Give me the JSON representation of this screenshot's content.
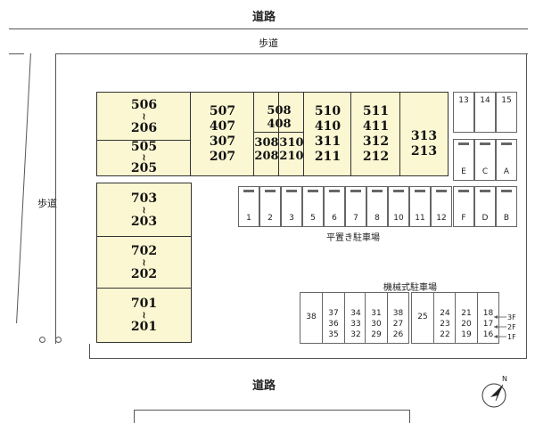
{
  "roads": {
    "top_road": "道路",
    "top_sidewalk": "歩道",
    "left_sidewalk": "歩道",
    "bottom_road": "道路"
  },
  "buildings": {
    "b506": [
      "506",
      "≀",
      "206"
    ],
    "b505": [
      "505",
      "≀",
      "205"
    ],
    "b507": [
      "507",
      "407",
      "307",
      "207"
    ],
    "b508": [
      "508",
      "408"
    ],
    "b308": [
      "308",
      "208"
    ],
    "b310": [
      "310",
      "210"
    ],
    "b510": [
      "510",
      "410",
      "311",
      "211"
    ],
    "b511": [
      "511",
      "411",
      "312",
      "212"
    ],
    "b313": [
      "313",
      "213"
    ],
    "b703": [
      "703",
      "≀",
      "203"
    ],
    "b702": [
      "702",
      "≀",
      "202"
    ],
    "b701": [
      "701",
      "≀",
      "201"
    ]
  },
  "parking": {
    "flat_label": "平置き駐車場",
    "mechanical_label": "機械式駐車場",
    "top_small": [
      "13",
      "14",
      "15"
    ],
    "small_lower": [
      "E",
      "C",
      "A"
    ],
    "flat_row": [
      "1",
      "2",
      "3",
      "5",
      "6",
      "7",
      "8",
      "10",
      "11",
      "12",
      "F",
      "D",
      "B"
    ],
    "mech_cols": [
      [
        "38"
      ],
      [
        "37",
        "36",
        "35"
      ],
      [
        "34",
        "33",
        "32"
      ],
      [
        "31",
        "30",
        "29"
      ],
      [
        "38",
        "27",
        "26"
      ],
      [
        "25"
      ],
      [
        "24",
        "23",
        "22"
      ],
      [
        "21",
        "20",
        "19"
      ],
      [
        "18",
        "17",
        "16"
      ]
    ],
    "floors": [
      "3F",
      "2F",
      "1F"
    ]
  },
  "compass": {
    "label": "N"
  }
}
